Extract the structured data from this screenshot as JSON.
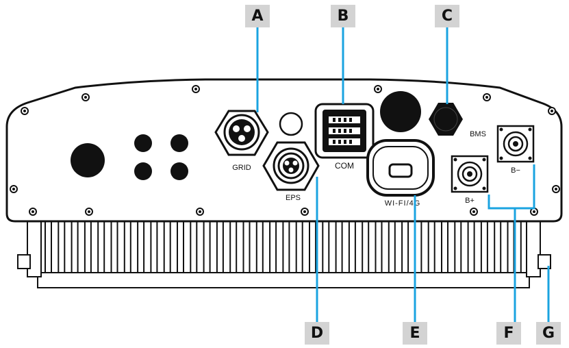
{
  "callouts": {
    "A": "A",
    "B": "B",
    "C": "C",
    "D": "D",
    "E": "E",
    "F": "F",
    "G": "G"
  },
  "port_labels": {
    "grid": "GRID",
    "com": "COM",
    "bms": "BMS",
    "eps": "EPS",
    "wifi": "WI-FI/4G",
    "bplus": "B+",
    "bminus": "B−"
  },
  "colors": {
    "leader": "#1aa3e0",
    "outline": "#111111",
    "fill_dark": "#111111",
    "callout_bg": "#d3d3d3"
  }
}
